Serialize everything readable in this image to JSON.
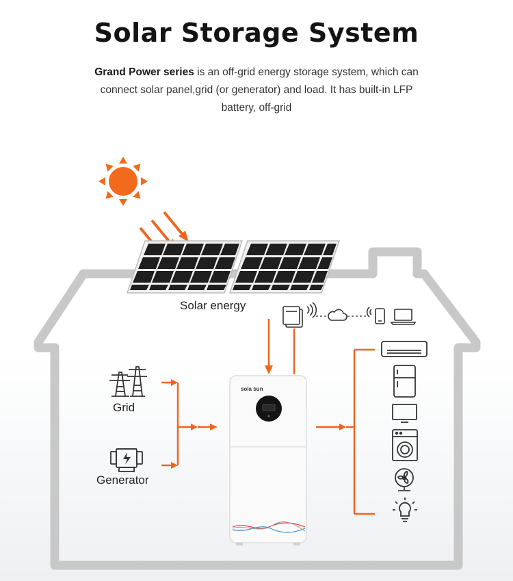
{
  "header": {
    "title": "Solar Storage System",
    "desc_bold": "Grand Power series",
    "desc_rest": " is an off-grid energy storage system, which can connect solar panel,grid (or generator) and load. It has built-in LFP battery, off-grid"
  },
  "labels": {
    "solar": "Solar energy",
    "grid": "Grid",
    "generator": "Generator"
  },
  "unit": {
    "brand": "sola sun"
  },
  "colors": {
    "accent": "#f0641e",
    "house": "#c8c8c8",
    "panel": "#1c1c1c",
    "sun": "#f26a1b"
  },
  "loads": [
    "air-conditioner",
    "refrigerator",
    "television",
    "washing-machine",
    "fan",
    "light-bulb"
  ],
  "monitoring": [
    "wifi-datalogger",
    "cloud",
    "phone",
    "laptop"
  ]
}
